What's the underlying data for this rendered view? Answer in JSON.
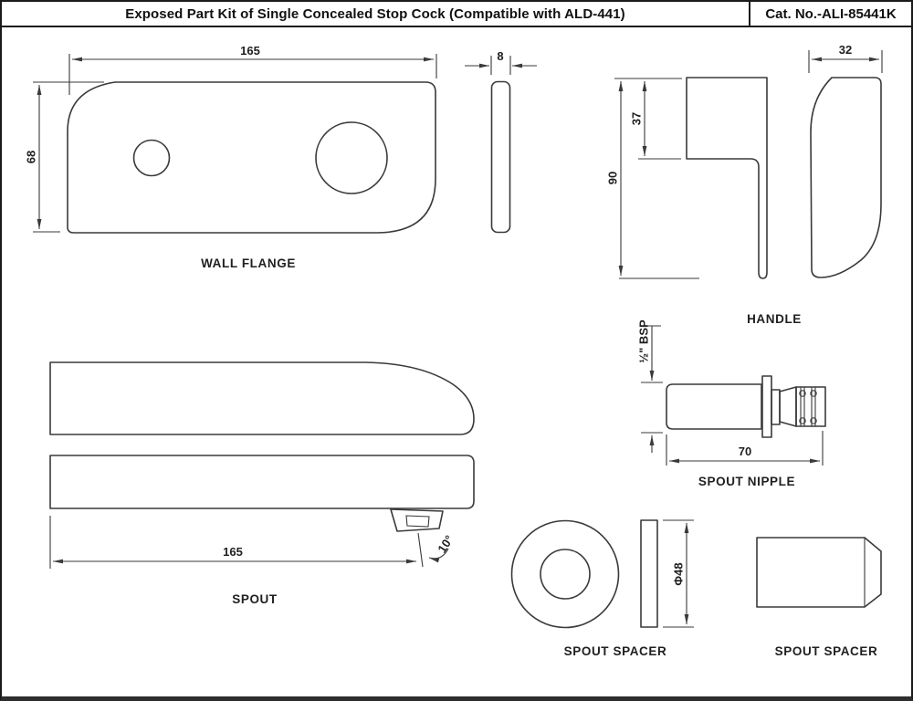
{
  "colors": {
    "line": "#3a3a3a",
    "frame": "#1a1a1a",
    "background": "#ffffff",
    "text": "#1f1f1f"
  },
  "header": {
    "title": "Exposed Part Kit of Single Concealed Stop Cock (Compatible with ALD-441)",
    "cat_no": "Cat. No.-ALI-85441K"
  },
  "parts": {
    "wall_flange": {
      "label": "WALL FLANGE",
      "dims": {
        "width": "165",
        "height": "68",
        "thickness": "8"
      }
    },
    "handle": {
      "label": "HANDLE",
      "dims": {
        "height": "90",
        "hub_height": "37",
        "depth": "32"
      }
    },
    "spout": {
      "label": "SPOUT",
      "dims": {
        "length": "165",
        "outlet_angle": "10°"
      }
    },
    "spout_nipple": {
      "label": "SPOUT NIPPLE",
      "dims": {
        "length": "70",
        "thread": "½\" BSP"
      }
    },
    "spout_spacer_round": {
      "label": "SPOUT SPACER",
      "dims": {
        "diameter": "Φ48"
      }
    },
    "spout_spacer_profile": {
      "label": "SPOUT SPACER"
    }
  }
}
